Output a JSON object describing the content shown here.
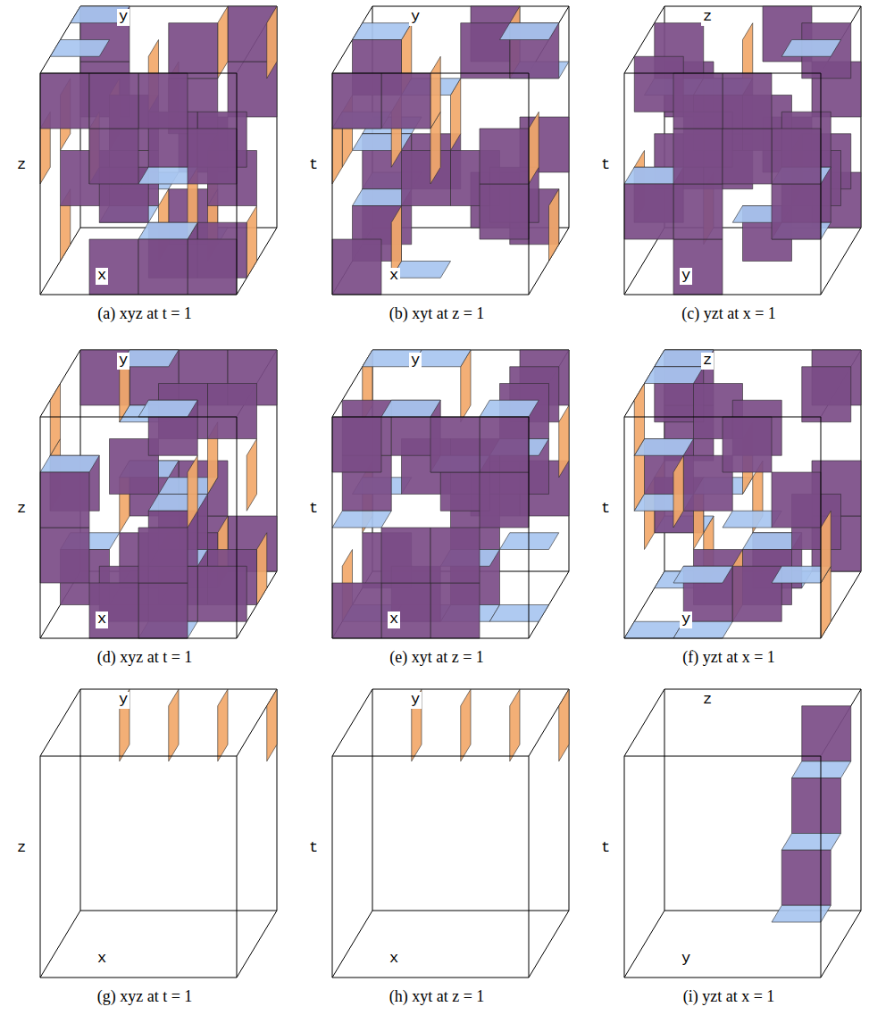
{
  "diagram": {
    "labels": [
      "y",
      "z",
      "x",
      "(a) xyz at t = 1",
      "y",
      "t",
      "x",
      "(b) xyt at z = 1",
      "z",
      "t",
      "y",
      "(c) yzt at x = 1",
      "y",
      "z",
      "x",
      "(d) xyz at t = 1",
      "y",
      "t",
      "x",
      "(e) xyt at z = 1",
      "z",
      "t",
      "y",
      "(f) yzt at x = 1",
      "y",
      "z",
      "x",
      "(g) xyz at t = 1",
      "y",
      "t",
      "x",
      "(h) xyt at z = 1",
      "z",
      "t",
      "y",
      "(i) yzt at x = 1"
    ]
  }
}
